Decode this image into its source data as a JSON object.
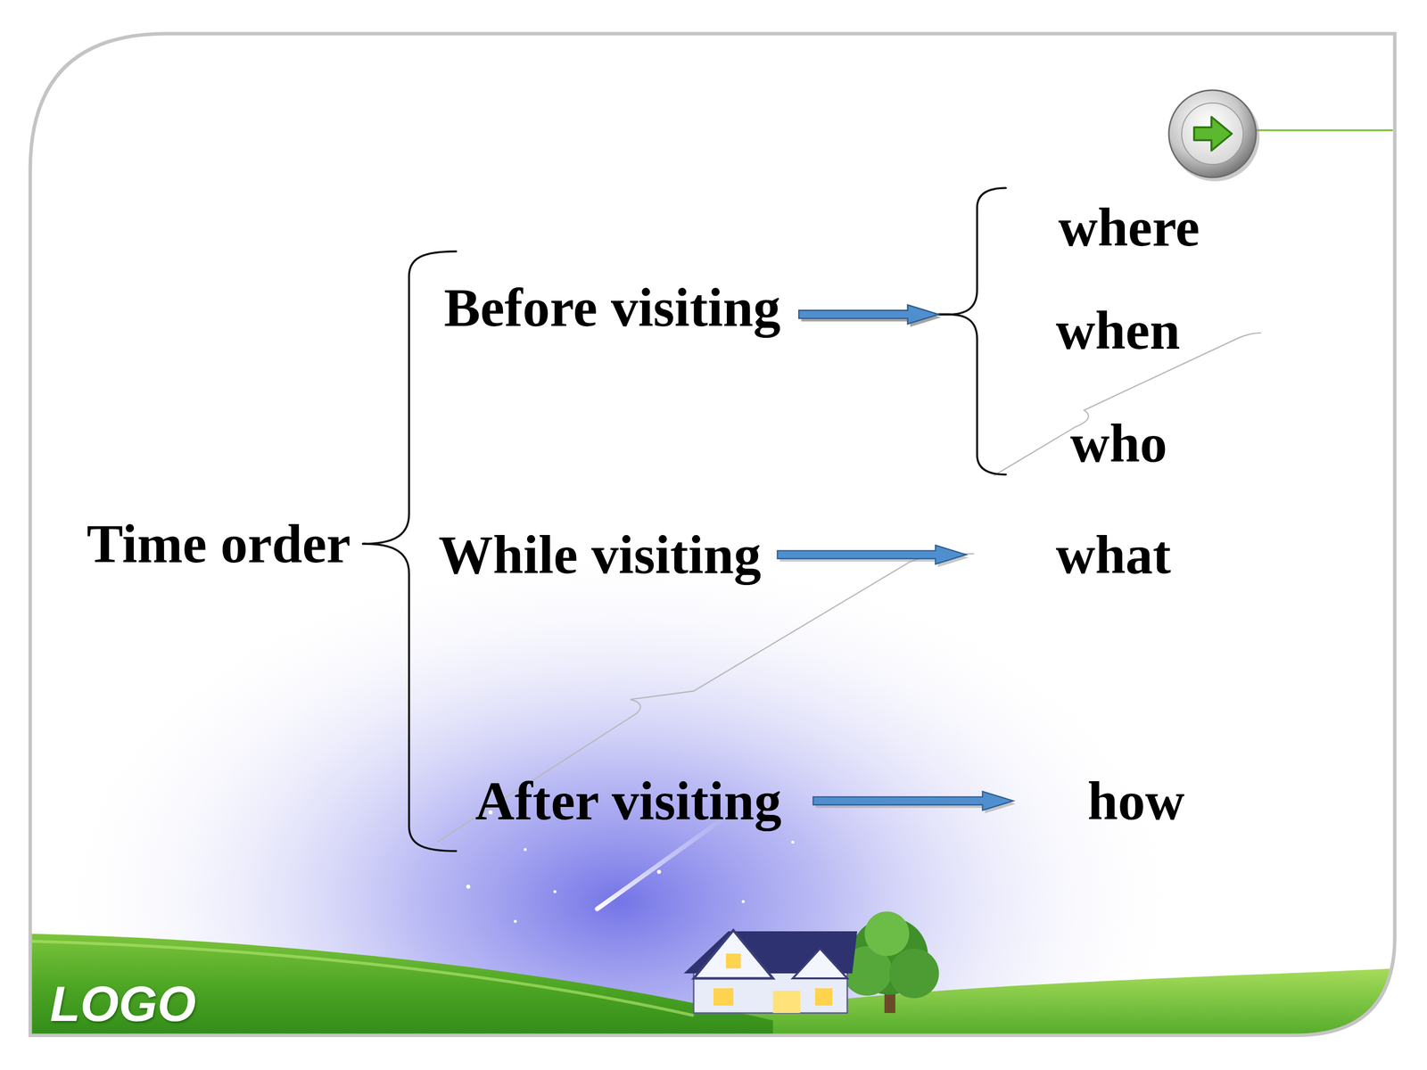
{
  "diagram": {
    "nodes": [
      {
        "text": [
          "Time order"
        ]
      },
      {
        "text": [
          "Before visiting"
        ]
      },
      {
        "text": [
          "While visiting"
        ]
      },
      {
        "text": [
          "After visiting"
        ]
      },
      {
        "text": [
          "where"
        ]
      },
      {
        "text": [
          "when"
        ]
      },
      {
        "text": [
          "who"
        ]
      },
      {
        "text": [
          "what"
        ]
      },
      {
        "text": [
          "how"
        ]
      }
    ],
    "edges": [
      {
        "from": 0,
        "to": 1,
        "arrow": "none"
      },
      {
        "from": 0,
        "to": 2,
        "arrow": "none"
      },
      {
        "from": 0,
        "to": 3,
        "arrow": "none"
      },
      {
        "from": 1,
        "to": 4,
        "arrow": "to"
      },
      {
        "from": 1,
        "to": 5,
        "arrow": "to"
      },
      {
        "from": 1,
        "to": 6,
        "arrow": "to"
      },
      {
        "from": 2,
        "to": 7,
        "arrow": "to"
      },
      {
        "from": 3,
        "to": 8,
        "arrow": "to"
      }
    ],
    "labels": [
      "LOGO"
    ]
  }
}
